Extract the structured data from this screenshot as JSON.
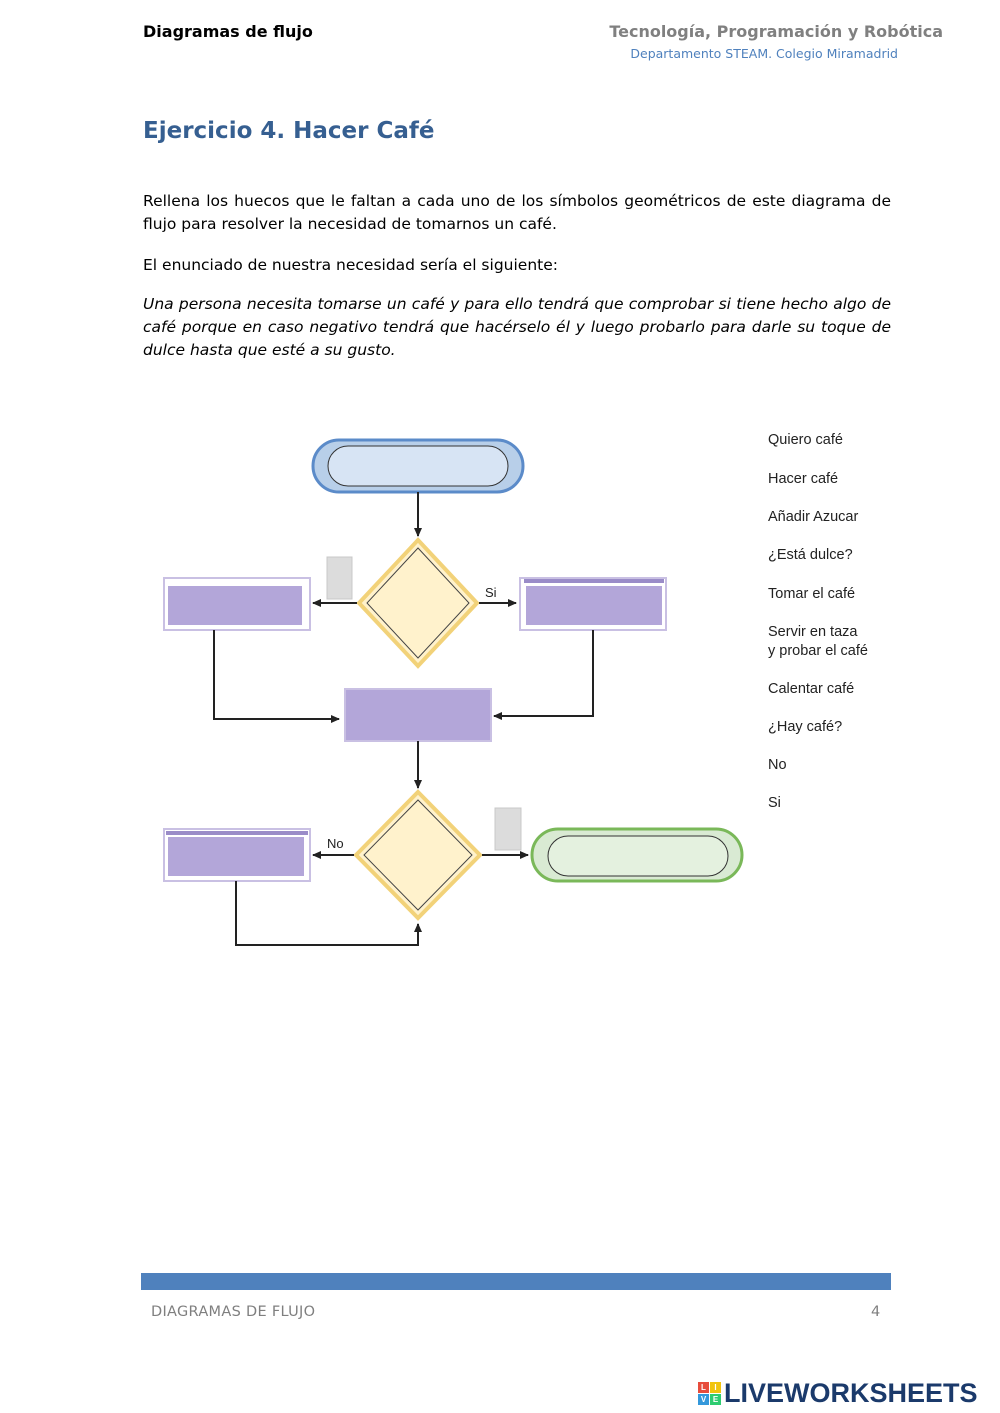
{
  "header": {
    "left": "Diagramas de flujo",
    "right": "Tecnología, Programación y Robótica",
    "subtitle": "Departamento STEAM. Colegio Miramadrid"
  },
  "title": "Ejercicio 4. Hacer Café",
  "paragraphs": {
    "instructions": "Rellena los huecos que le faltan a cada uno de los símbolos geométricos de este diagrama de flujo para resolver la necesidad de tomarnos un café.",
    "intro": "El enunciado de nuestra necesidad sería el siguiente:",
    "statement": "Una persona necesita tomarse un café y para ello tendrá que comprobar si tiene hecho algo de café porque en caso negativo tendrá que hacérselo él y luego probarlo para darle su toque de dulce hasta que esté a su gusto."
  },
  "flowchart": {
    "label_si": "Si",
    "label_no": "No",
    "colors": {
      "start": "#b8cfe9",
      "start_border": "#5b8bc9",
      "end": "#d9ead3",
      "end_border": "#7ab859",
      "process": "#b3a6d9",
      "process_border": "#c9c0e3",
      "decision": "#fff2cc",
      "decision_border": "#f2d279",
      "blank": "#dcdcdc"
    }
  },
  "options": [
    "Quiero café",
    "Hacer café",
    "Añadir Azucar",
    "¿Está dulce?",
    "Tomar el café",
    "Servir en taza",
    "y probar el café",
    "Calentar café",
    "¿Hay café?",
    "No",
    "Si"
  ],
  "footer": {
    "left": "DIAGRAMAS DE FLUJO",
    "page": "4"
  },
  "branding": {
    "logo_letters": [
      "L",
      "I",
      "V",
      "E"
    ],
    "name": "LIVEWORKSHEETS"
  }
}
